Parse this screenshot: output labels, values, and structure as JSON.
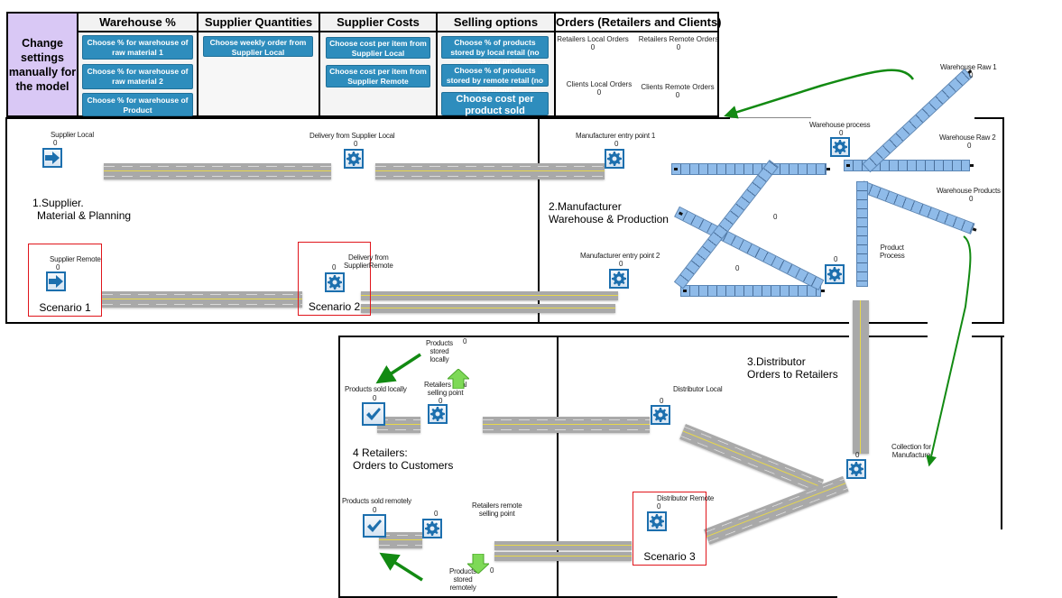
{
  "settings_panel": {
    "change_settings_label": "Change settings manually for the model",
    "columns": [
      {
        "header": "Warehouse %",
        "buttons": [
          "Choose % for warehouse of raw material 1",
          "Choose % for warehouse of raw material 2",
          "Choose % for warehouse of Product"
        ]
      },
      {
        "header": "Supplier Quantities",
        "buttons": [
          "Choose weekly  order from Supplier Local"
        ]
      },
      {
        "header": "Supplier Costs",
        "buttons": [
          "Choose cost per item from Supplier Local",
          "Choose cost per item from Supplier Remote"
        ]
      },
      {
        "header": "Selling options",
        "buttons": [
          "Choose % of products stored by local retail (no payment)",
          "Choose % of products stored by remote retail (no payment)",
          "Choose cost per product sold"
        ]
      },
      {
        "header": "Orders (Retailers and Clients)",
        "counters": [
          {
            "label": "Retailers Local Orders",
            "value": "0"
          },
          {
            "label": "Retailers Remote Orders",
            "value": "0"
          },
          {
            "label": "Clients Local Orders",
            "value": "0"
          },
          {
            "label": "Clients Remote Orders",
            "value": "0"
          }
        ]
      }
    ]
  },
  "sections": {
    "supplier": "1.Supplier. Material & Planning",
    "supplier_line1": "1.Supplier.",
    "supplier_line2": "Material & Planning",
    "manufacturer_line1": "2.Manufacturer",
    "manufacturer_line2": "Warehouse & Production",
    "distributor_line1": "3.Distributor",
    "distributor_line2": "Orders to Retailers",
    "retailers_line1": "4 Retailers:",
    "retailers_line2": "Orders to Customers"
  },
  "scenarios": [
    "Scenario 1",
    "Scenario 2",
    "Scenario 3"
  ],
  "nodes": {
    "supplier_local": {
      "label": "Supplier Local",
      "value": "0",
      "icon": "arrow-right-icon"
    },
    "supplier_remote": {
      "label": "Supplier Remote",
      "value": "0",
      "icon": "arrow-right-icon"
    },
    "delivery_local": {
      "label": "Delivery from Supplier Local",
      "value": "0",
      "icon": "gear-icon"
    },
    "delivery_remote": {
      "label": "Delivery from Supplier Remote",
      "label_line1": "Delivery from",
      "label_line2": "SupplierRemote",
      "value": "0",
      "icon": "gear-icon"
    },
    "manufacturer_entry_1": {
      "label": "Manufacturer entry point 1",
      "value": "0",
      "icon": "gear-icon"
    },
    "manufacturer_entry_2": {
      "label": "Manufacturer entry point 2",
      "value": "0",
      "icon": "gear-icon"
    },
    "warehouse_process": {
      "label": "Warehouse process",
      "value": "0",
      "icon": "gear-icon"
    },
    "warehouse_raw_1": {
      "label": "Warehouse Raw 1",
      "value": "0"
    },
    "warehouse_raw_2": {
      "label": "Warehouse Raw 2",
      "value": "0"
    },
    "warehouse_products": {
      "label": "Warehouse Products",
      "value": "0"
    },
    "conveyor_cross_1": {
      "value": "0"
    },
    "conveyor_cross_2": {
      "value": "0"
    },
    "product_process": {
      "label_line1": "Product",
      "label_line2": "Process",
      "value": "0",
      "icon": "gear-icon"
    },
    "collection_for_manufacture": {
      "label_line1": "Collection for",
      "label_line2": "Manufacture",
      "value": "0",
      "icon": "gear-icon"
    },
    "distributor_local": {
      "label": "Distributor Local",
      "value": "0",
      "icon": "gear-icon"
    },
    "distributor_remote": {
      "label": "Distributor Remote",
      "value": "0",
      "icon": "gear-icon"
    },
    "retailers_local_selling_point": {
      "label_line1": "Retailers local",
      "label_line2": "selling point",
      "value": "0",
      "icon": "gear-icon"
    },
    "retailers_remote_selling_point": {
      "label_line1": "Retailers remote",
      "label_line2": "selling point",
      "value": "0",
      "icon": "gear-icon"
    },
    "products_sold_locally": {
      "label": "Products sold locally",
      "value": "0",
      "icon": "checkmark-icon"
    },
    "products_sold_remotely": {
      "label": "Products sold remotely",
      "value": "0",
      "icon": "checkmark-icon"
    },
    "products_stored_locally": {
      "label_line1": "Products",
      "label_line2": "stored",
      "label_line3": "locally",
      "value": "0",
      "icon": "arrow-up-icon"
    },
    "products_stored_remotely": {
      "label_line1": "Products",
      "label_line2": "stored",
      "label_line3": "remotely",
      "value": "0",
      "icon": "arrow-down-icon"
    }
  },
  "colors": {
    "button_blue": "#2e8dbd",
    "settings_purple": "#d9c8f5",
    "scenario_red": "#e0151b",
    "flow_arrow_green": "#128a12",
    "conveyor_blue": "#8fbbe9",
    "road_gray": "#a9a9a9"
  }
}
